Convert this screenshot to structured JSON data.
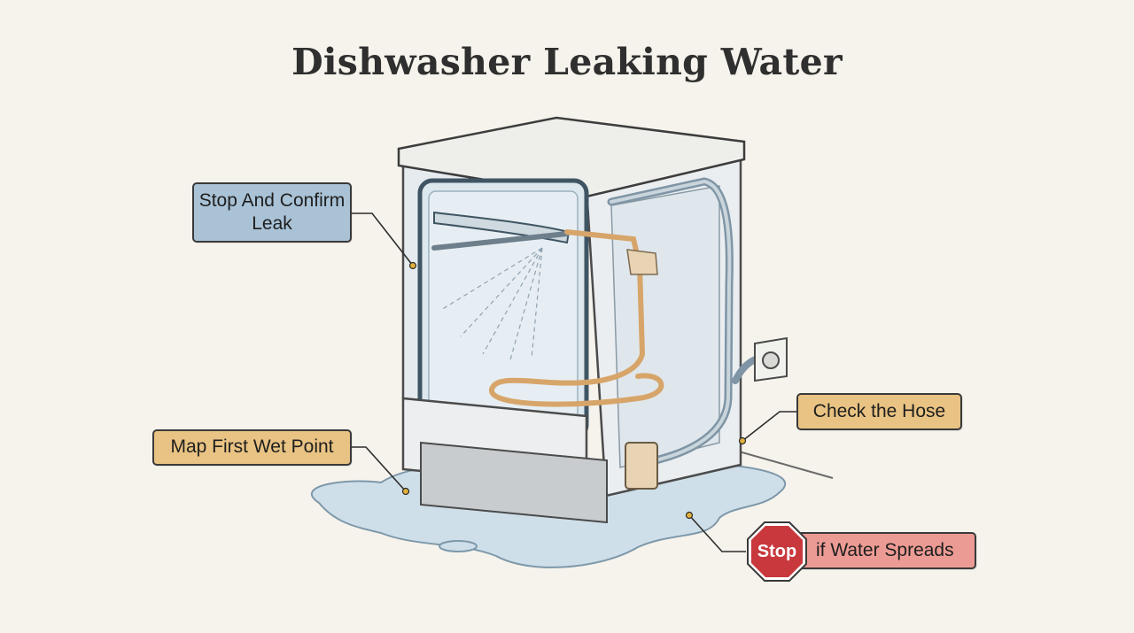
{
  "title": "Dishwasher Leaking Water",
  "callouts": {
    "confirm": "Stop And Confirm Leak",
    "map": "Map First Wet Point",
    "hose": "Check the Hose",
    "stop_sign": "Stop",
    "spreads": "if Water Spreads"
  },
  "colors": {
    "blue_callout": "#a9c2d6",
    "amber_callout": "#e9c383",
    "red_callout": "#ec9b94",
    "stop_sign": "#c8383d",
    "water": "#c9dbe6",
    "background": "#f6f3ec"
  }
}
